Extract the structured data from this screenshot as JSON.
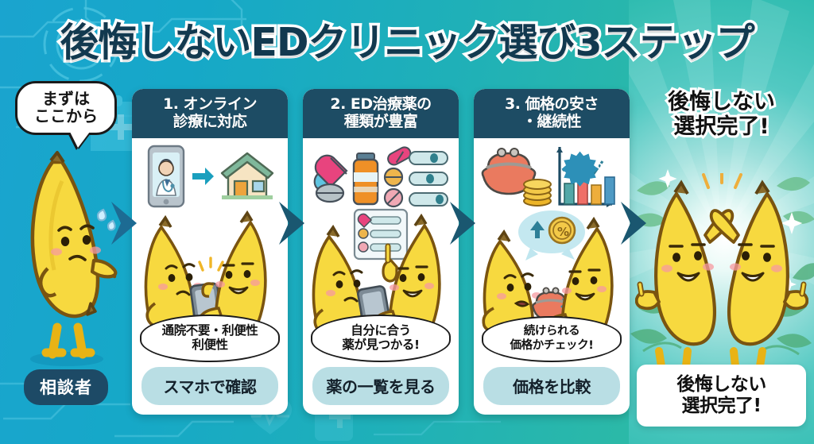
{
  "header": {
    "title": "後悔しないEDクリニック選び3ステップ"
  },
  "colors": {
    "background_left": "#1aa4cf",
    "background_right": "#30bfa2",
    "card_header_navy": "#1d4c64",
    "cta_button": "#b9dee4",
    "banana_yellow": "#f6d645",
    "arrow_blue": "#1d6b93"
  },
  "left": {
    "speech_bubble": "まずは\nここから",
    "speech_line1": "まずは",
    "speech_line2": "ここから",
    "role_label": "相談者",
    "character": "worried-banana-character",
    "icons": [
      "sweat-drop-icon",
      "pointing-hand-icon"
    ]
  },
  "steps": [
    {
      "number": "1.",
      "heading_line1": "1. オンライン",
      "heading_line2": "診療に対応",
      "icons": [
        "smartphone-doctor-icon",
        "arrow-right-icon",
        "house-icon"
      ],
      "bubble_line1": "通院不要・利便性",
      "bubble_line2": "利便性",
      "cta": "スマホで確認"
    },
    {
      "number": "2.",
      "heading_line1": "2. ED治療薬の",
      "heading_line2": "種類が豊富",
      "icons": [
        "capsule-icon",
        "medicine-bottle-icon",
        "tablet-icon",
        "slider-list-icon"
      ],
      "bubble_line1": "自分に合う",
      "bubble_line2": "薬が見つかる!",
      "cta": "薬の一覧を見る"
    },
    {
      "number": "3.",
      "heading_line1": "3. 価格の安さ",
      "heading_line2": "・継続性",
      "icons": [
        "wallet-icon",
        "coins-icon",
        "bar-chart-icon",
        "percent-badge-icon"
      ],
      "bubble_line1": "続けられる",
      "bubble_line2": "価格かチェック!",
      "cta": "価格を比較"
    }
  ],
  "result": {
    "title_line1": "後悔しない",
    "title_line2": "選択完了!",
    "caption_line1": "後悔しない",
    "caption_line2": "選択完了!",
    "character": "two-bananas-high-five"
  },
  "decorations": {
    "top_right_icons": [
      "medical-cross-icon",
      "heart-pulse-icon",
      "sparkle-icon"
    ],
    "top_left_icons": [
      "circuit-lines",
      "tech-circle-icon",
      "clipboard-medical-icon"
    ],
    "bottom_icons": [
      "heart-pulse-icon",
      "clipboard-medical-icon",
      "circuit-lines"
    ]
  }
}
